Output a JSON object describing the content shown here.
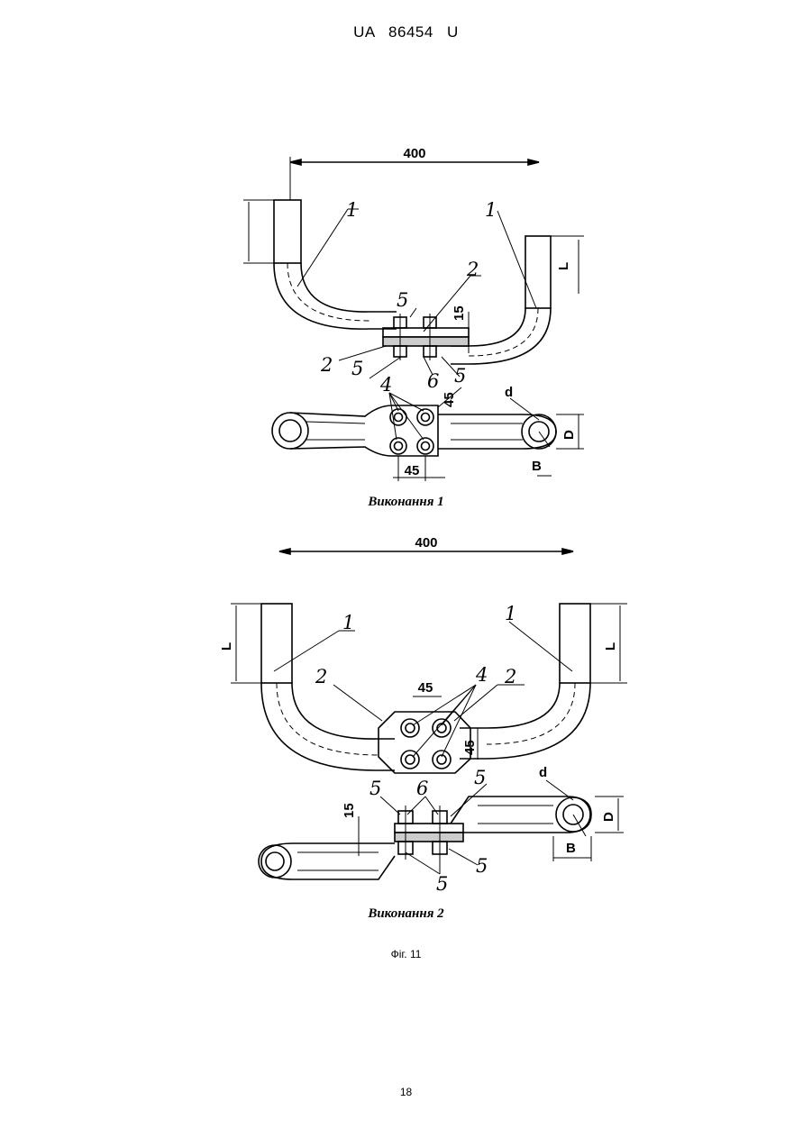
{
  "header": {
    "title": "UA   86454   U"
  },
  "figure": {
    "variant1": {
      "caption": "Виконання 1",
      "dims": {
        "length": "400",
        "L": "L",
        "gap": "15",
        "pitch_a": "45",
        "pitch_b": "45",
        "d": "d",
        "D": "D",
        "B": "B"
      },
      "refs": [
        "1",
        "1",
        "2",
        "2",
        "5",
        "5",
        "5",
        "6",
        "4"
      ]
    },
    "variant2": {
      "caption": "Виконання 2",
      "dims": {
        "length": "400",
        "L_left": "L",
        "L_right": "L",
        "pitch_a": "45",
        "pitch_b": "45",
        "gap": "15",
        "d": "d",
        "D": "D",
        "B": "B"
      },
      "refs": [
        "1",
        "1",
        "2",
        "2",
        "4",
        "5",
        "5",
        "5",
        "5",
        "6"
      ]
    },
    "label": "Фіг. 11"
  },
  "page_number": "18"
}
